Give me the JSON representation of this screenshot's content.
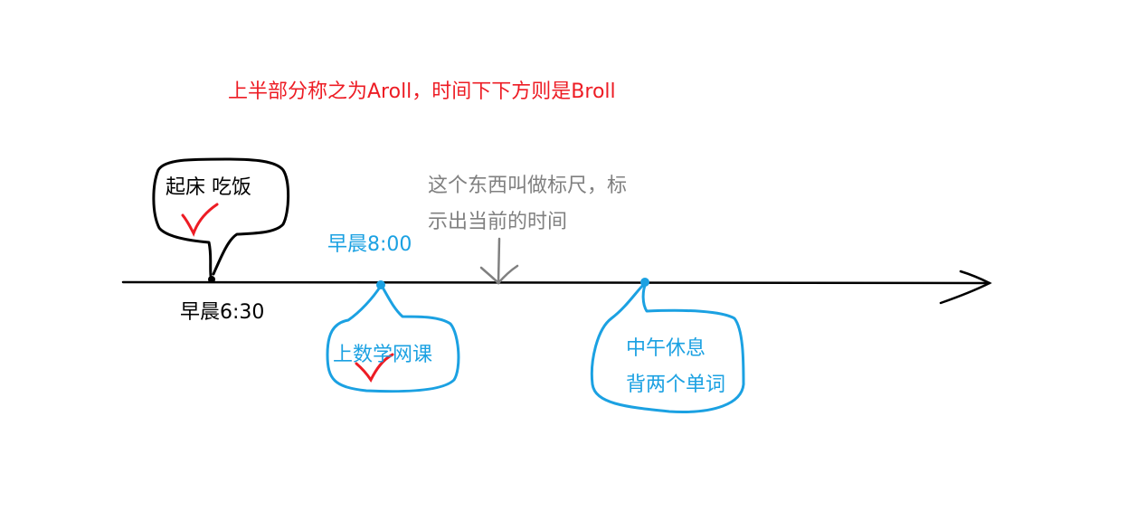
{
  "caption": "上半部分称之为Aroll，时间下下方则是Broll",
  "events": [
    {
      "time": "早晨6:30",
      "note_lines": [
        "起床 吃饭"
      ],
      "checked": true
    },
    {
      "time": "早晨8:00",
      "note_lines": [
        "上数学网课"
      ],
      "checked": true
    },
    {
      "time": "",
      "note_lines": [
        "中午休息",
        "背两个单词"
      ],
      "checked": false
    }
  ],
  "ruler_note": [
    "这个东西叫做标尺，标",
    "示出当前的时间"
  ],
  "colors": {
    "caption": "#ed1c24",
    "axis": "#000000",
    "blue": "#1ba1e2",
    "ruler": "#808080",
    "check": "#ed1c24"
  }
}
